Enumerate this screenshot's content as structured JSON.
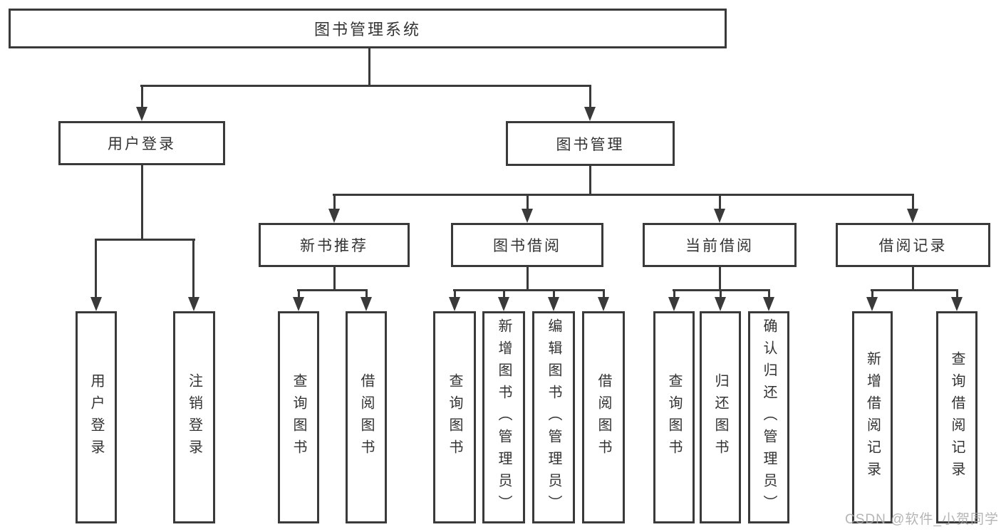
{
  "nodes": {
    "root": "图书管理系统",
    "l2": [
      "用户登录",
      "图书管理"
    ],
    "l3": [
      "新书推荐",
      "图书借阅",
      "当前借阅",
      "借阅记录"
    ],
    "leaves_user": [
      "用户登录",
      "注销登录"
    ],
    "leaves_newbook": [
      "查询图书",
      "借阅图书"
    ],
    "leaves_borrow": [
      "查询图书",
      "新增图书（管理员）",
      "编辑图书（管理员）",
      "借阅图书"
    ],
    "leaves_current": [
      "查询图书",
      "归还图书",
      "确认归还（管理员）"
    ],
    "leaves_records": [
      "新增借阅记录",
      "查询借阅记录"
    ]
  },
  "watermark": "CSDN @软件_小贺同学",
  "colors": {
    "line": "#3a3a3a",
    "text": "#333333",
    "background": "#ffffff",
    "watermark": "#a9a9a9"
  }
}
